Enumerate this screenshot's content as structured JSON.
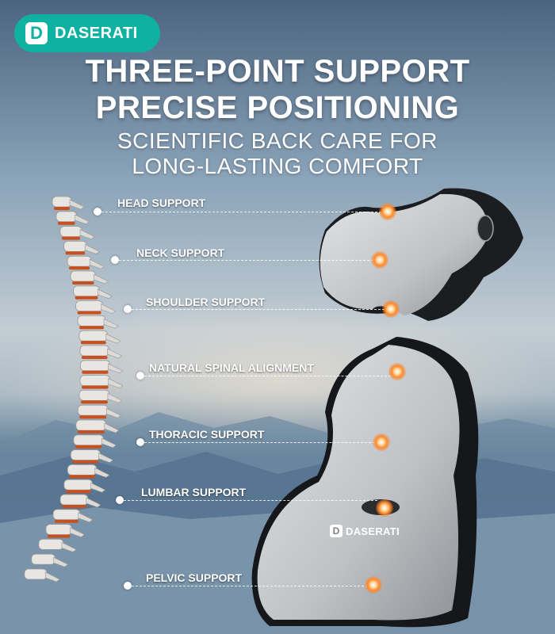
{
  "brand": {
    "logo_letter": "D",
    "name": "DASERATI",
    "accent_color": "#0fb1a1"
  },
  "headline": {
    "line1": "THREE-POINT SUPPORT",
    "line2": "PRECISE POSITIONING"
  },
  "subheadline": {
    "line1": "SCIENTIFIC BACK CARE FOR",
    "line2": "LONG-LASTING COMFORT"
  },
  "support_points": [
    {
      "label": "HEAD SUPPORT"
    },
    {
      "label": "NECK SUPPORT"
    },
    {
      "label": "SHOULDER SUPPORT"
    },
    {
      "label": "NATURAL SPINAL ALIGNMENT"
    },
    {
      "label": "THORACIC SUPPORT"
    },
    {
      "label": "LUMBAR SUPPORT"
    },
    {
      "label": "PELVIC SUPPORT"
    }
  ],
  "pillow_branding": {
    "logo_letter": "D",
    "name": "DASERATI"
  },
  "icons": {
    "brand_logo": "d-logo-icon",
    "spine": "spine-illustration",
    "neck_pillow": "neck-pillow-image",
    "lumbar_pillow": "lumbar-pillow-image",
    "marker": "orange-glow-marker"
  }
}
